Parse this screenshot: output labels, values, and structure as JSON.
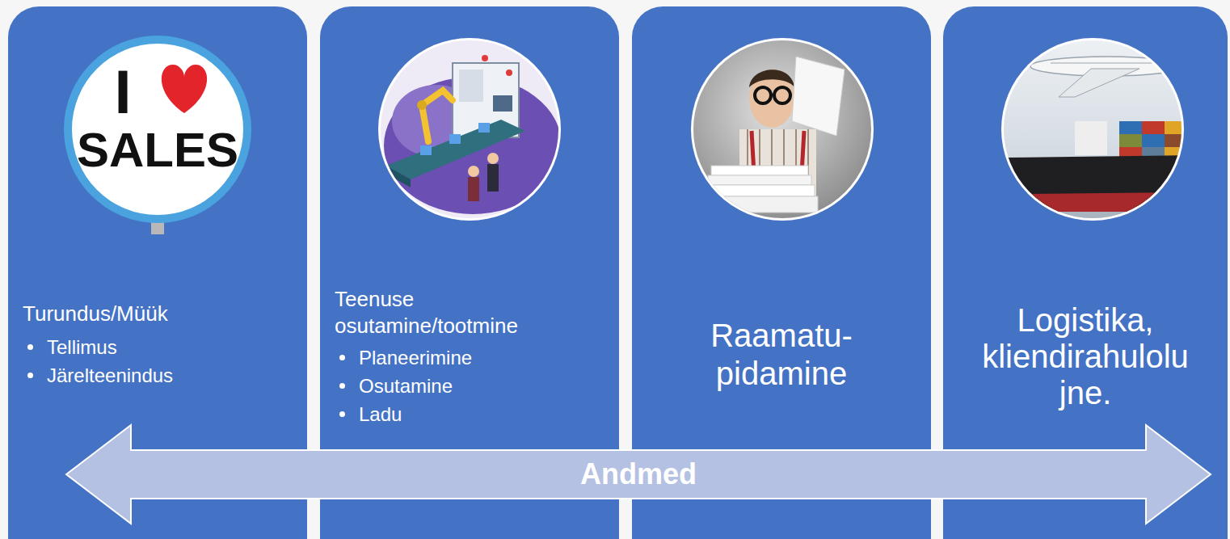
{
  "diagram": {
    "nodes": [
      {
        "text": [
          "Turundus/Müük",
          "Tellimus",
          "Järelteenindus"
        ]
      },
      {
        "text": [
          "Teenuse osutamine/tootmine",
          "Planeerimine",
          "Osutamine",
          "Ladu"
        ]
      },
      {
        "text": [
          "Raamatu- pidamine"
        ]
      },
      {
        "text": [
          "Logistika, kliendirahulolu jne."
        ]
      },
      {
        "text": [
          "Andmed"
        ]
      }
    ],
    "labels": [
      "I",
      "SALES"
    ]
  }
}
